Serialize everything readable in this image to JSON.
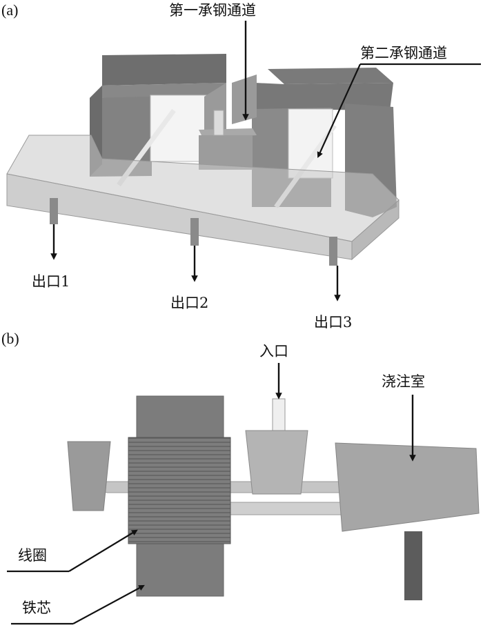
{
  "panel_a": {
    "tag": "(a)",
    "channel_1": "第一承钢通道",
    "channel_2": "第二承钢通道",
    "outlet_1": "出口1",
    "outlet_2": "出口2",
    "outlet_3": "出口3"
  },
  "panel_b": {
    "tag": "(b)",
    "inlet": "入口",
    "pouring_chamber": "浇注室",
    "coil": "线圈",
    "iron_core": "铁芯"
  }
}
